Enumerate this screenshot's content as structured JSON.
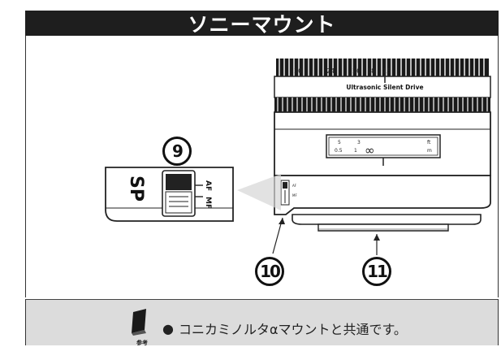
{
  "header": {
    "title": "ソニーマウント"
  },
  "lens": {
    "distance_scale_top": [
      "30",
      "24",
      "20",
      "18",
      "15"
    ],
    "brand_line": "Ultrasonic Silent Drive",
    "window_row1": [
      "5",
      "3"
    ],
    "window_row2": [
      "0.5",
      "1",
      "∞"
    ],
    "unit_ft": "ft",
    "unit_m": "m"
  },
  "switch": {
    "logo": "SP",
    "label_af": "AF",
    "label_mf": "MF",
    "small_af": "AF",
    "small_mf": "MF"
  },
  "callouts": {
    "c9": "9",
    "c10": "10",
    "c11": "11"
  },
  "note": {
    "icon_label": "参考",
    "bullet": "●",
    "text": "コニカミノルタαマウントと共通です。"
  }
}
